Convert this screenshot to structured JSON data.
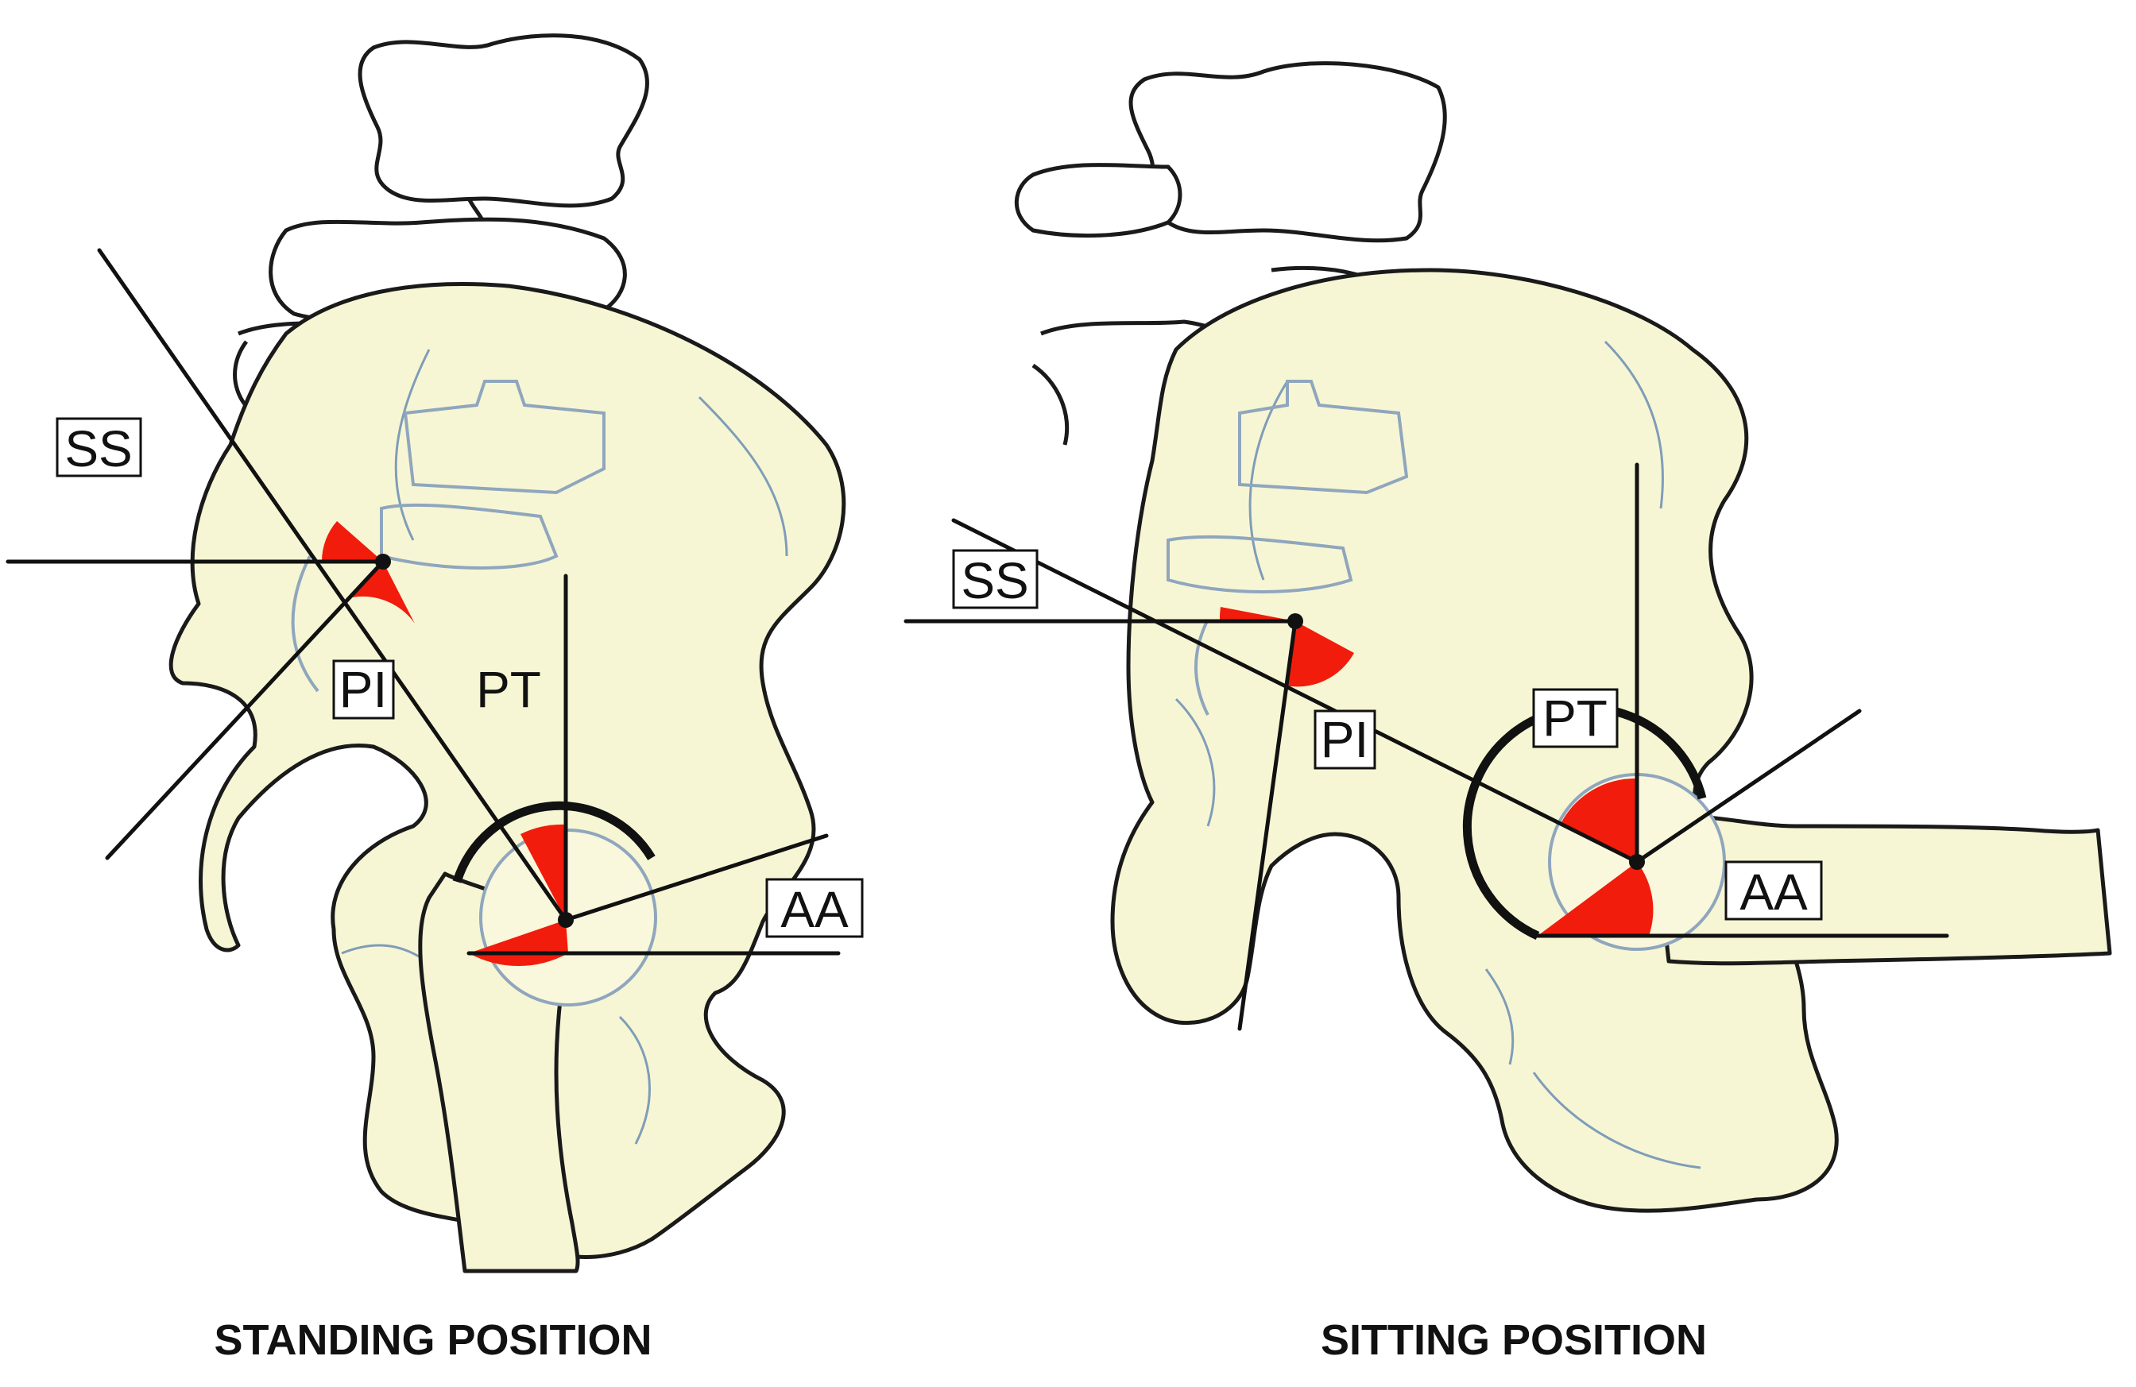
{
  "figure": {
    "panels": [
      {
        "caption": "STANDING POSITION",
        "labels": {
          "ss": "SS",
          "pi": "PI",
          "pt": "PT",
          "aa": "AA"
        }
      },
      {
        "caption": "SITTING POSITION",
        "labels": {
          "ss": "SS",
          "pi": "PI",
          "pt": "PT",
          "aa": "AA"
        }
      }
    ]
  },
  "colors": {
    "bone_fill": "#f7f6d4",
    "outline": "#1a1a1a",
    "angle_red": "#f11c0c",
    "detail_line": "#7f9db8"
  },
  "icons": [
    "lumbar-vertebra",
    "pelvis-outline",
    "femur",
    "acetabulum-arc"
  ]
}
